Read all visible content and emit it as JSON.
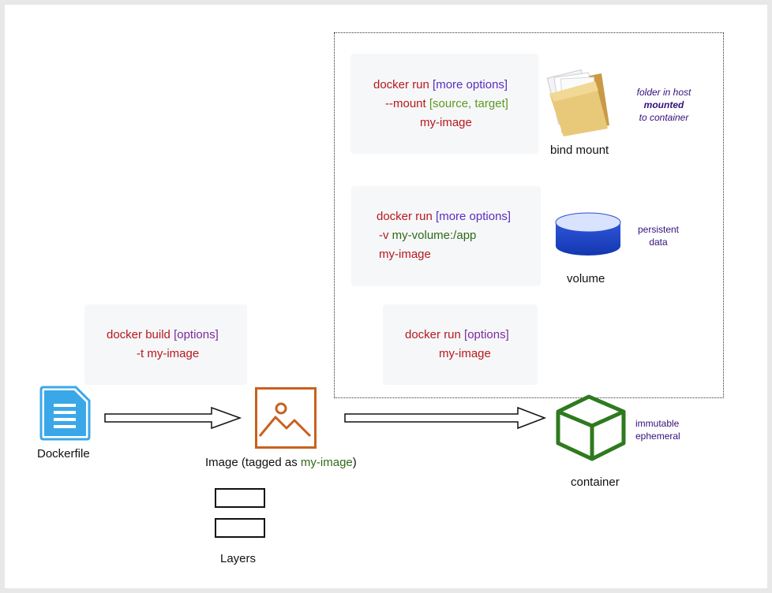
{
  "bind_mount": {
    "cmd1": "docker run",
    "opt1": "[more options]",
    "mount_flag": "--mount",
    "mount_args": "[source, target]",
    "image": "my-image",
    "label": "bind mount",
    "note1": "folder in host",
    "note2": "mounted",
    "note3": "to container"
  },
  "volume": {
    "cmd1": "docker run",
    "opt1": "[more options]",
    "v_flag": "-v",
    "v_arg": "my-volume:/app",
    "image": "my-image",
    "label": "volume",
    "note1": "persistent",
    "note2": "data"
  },
  "run": {
    "cmd1": "docker run",
    "opt1": "[options]",
    "image": "my-image"
  },
  "build": {
    "cmd1": "docker build",
    "opt1": "[options]",
    "t_flag": "-t",
    "image": "my-image"
  },
  "dockerfile": {
    "label": "Dockerfile"
  },
  "image_node": {
    "label_prefix": "Image (tagged as ",
    "label_name": "my-image",
    "label_suffix": ")"
  },
  "layers": {
    "label": "Layers"
  },
  "container": {
    "label": "container",
    "note1": "immutable",
    "note2": "ephemeral"
  },
  "colors": {
    "dockerfile_blue": "#3aa8e8",
    "image_orange": "#c9611f",
    "container_green": "#2f7a1f",
    "volume_blue": "#2247c9"
  }
}
